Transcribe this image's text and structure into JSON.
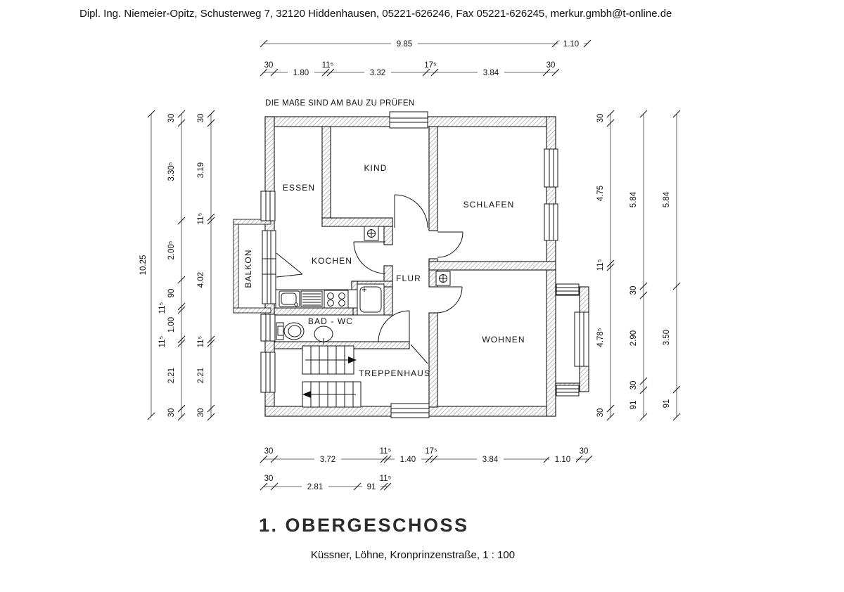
{
  "header": "Dipl. Ing. Niemeier-Opitz, Schusterweg 7, 32120 Hiddenhausen, 05221-626246, Fax 05221-626245, merkur.gmbh@t-online.de",
  "note": "DIE MAßE SIND AM BAU ZU PRÜFEN",
  "title": "1. OBERGESCHOSS",
  "subtitle": "Küssner, Löhne, Kronprinzenstraße, 1 : 100",
  "rooms": {
    "essen": "ESSEN",
    "kind": "KIND",
    "schlafen": "SCHLAFEN",
    "kochen": "KOCHEN",
    "balkon": "BALKON",
    "flur": "FLUR",
    "bad": "BAD - WC",
    "wohnen": "WOHNEN",
    "treppenhaus": "TREPPENHAUS"
  },
  "dims": {
    "top_total": "9.85",
    "top_bay": "1.10",
    "top": {
      "t30a": "30",
      "t115": "11⁵",
      "t175": "17⁵",
      "t30b": "30",
      "s1": "1.80",
      "s2": "3.32",
      "s3": "3.84"
    },
    "left_total": "10.25",
    "left_mid": [
      "30",
      "3.30⁵",
      "2.00⁵",
      "90",
      "11⁵",
      "1.00",
      "11⁵",
      "2.21",
      "30"
    ],
    "left_inner": [
      "30",
      "3.19",
      "11⁵",
      "4.02",
      "11⁵",
      "2.21",
      "30"
    ],
    "right_a": [
      "30",
      "4.75",
      "11⁵",
      "4.78⁵",
      "30"
    ],
    "right_b": [
      "5.84",
      "30",
      "2.90",
      "30",
      "91"
    ],
    "right_c": [
      "5.84",
      "3.50",
      "91"
    ],
    "bottom_a": {
      "t30a": "30",
      "t115": "11⁵",
      "t175": "17⁵",
      "t30b": "30",
      "s1": "3.72",
      "s2": "1.40",
      "s3": "3.84",
      "s4": "1.10"
    },
    "bottom_b": {
      "t30": "30",
      "t115": "11⁵",
      "s1": "2.81",
      "s2": "91"
    }
  }
}
